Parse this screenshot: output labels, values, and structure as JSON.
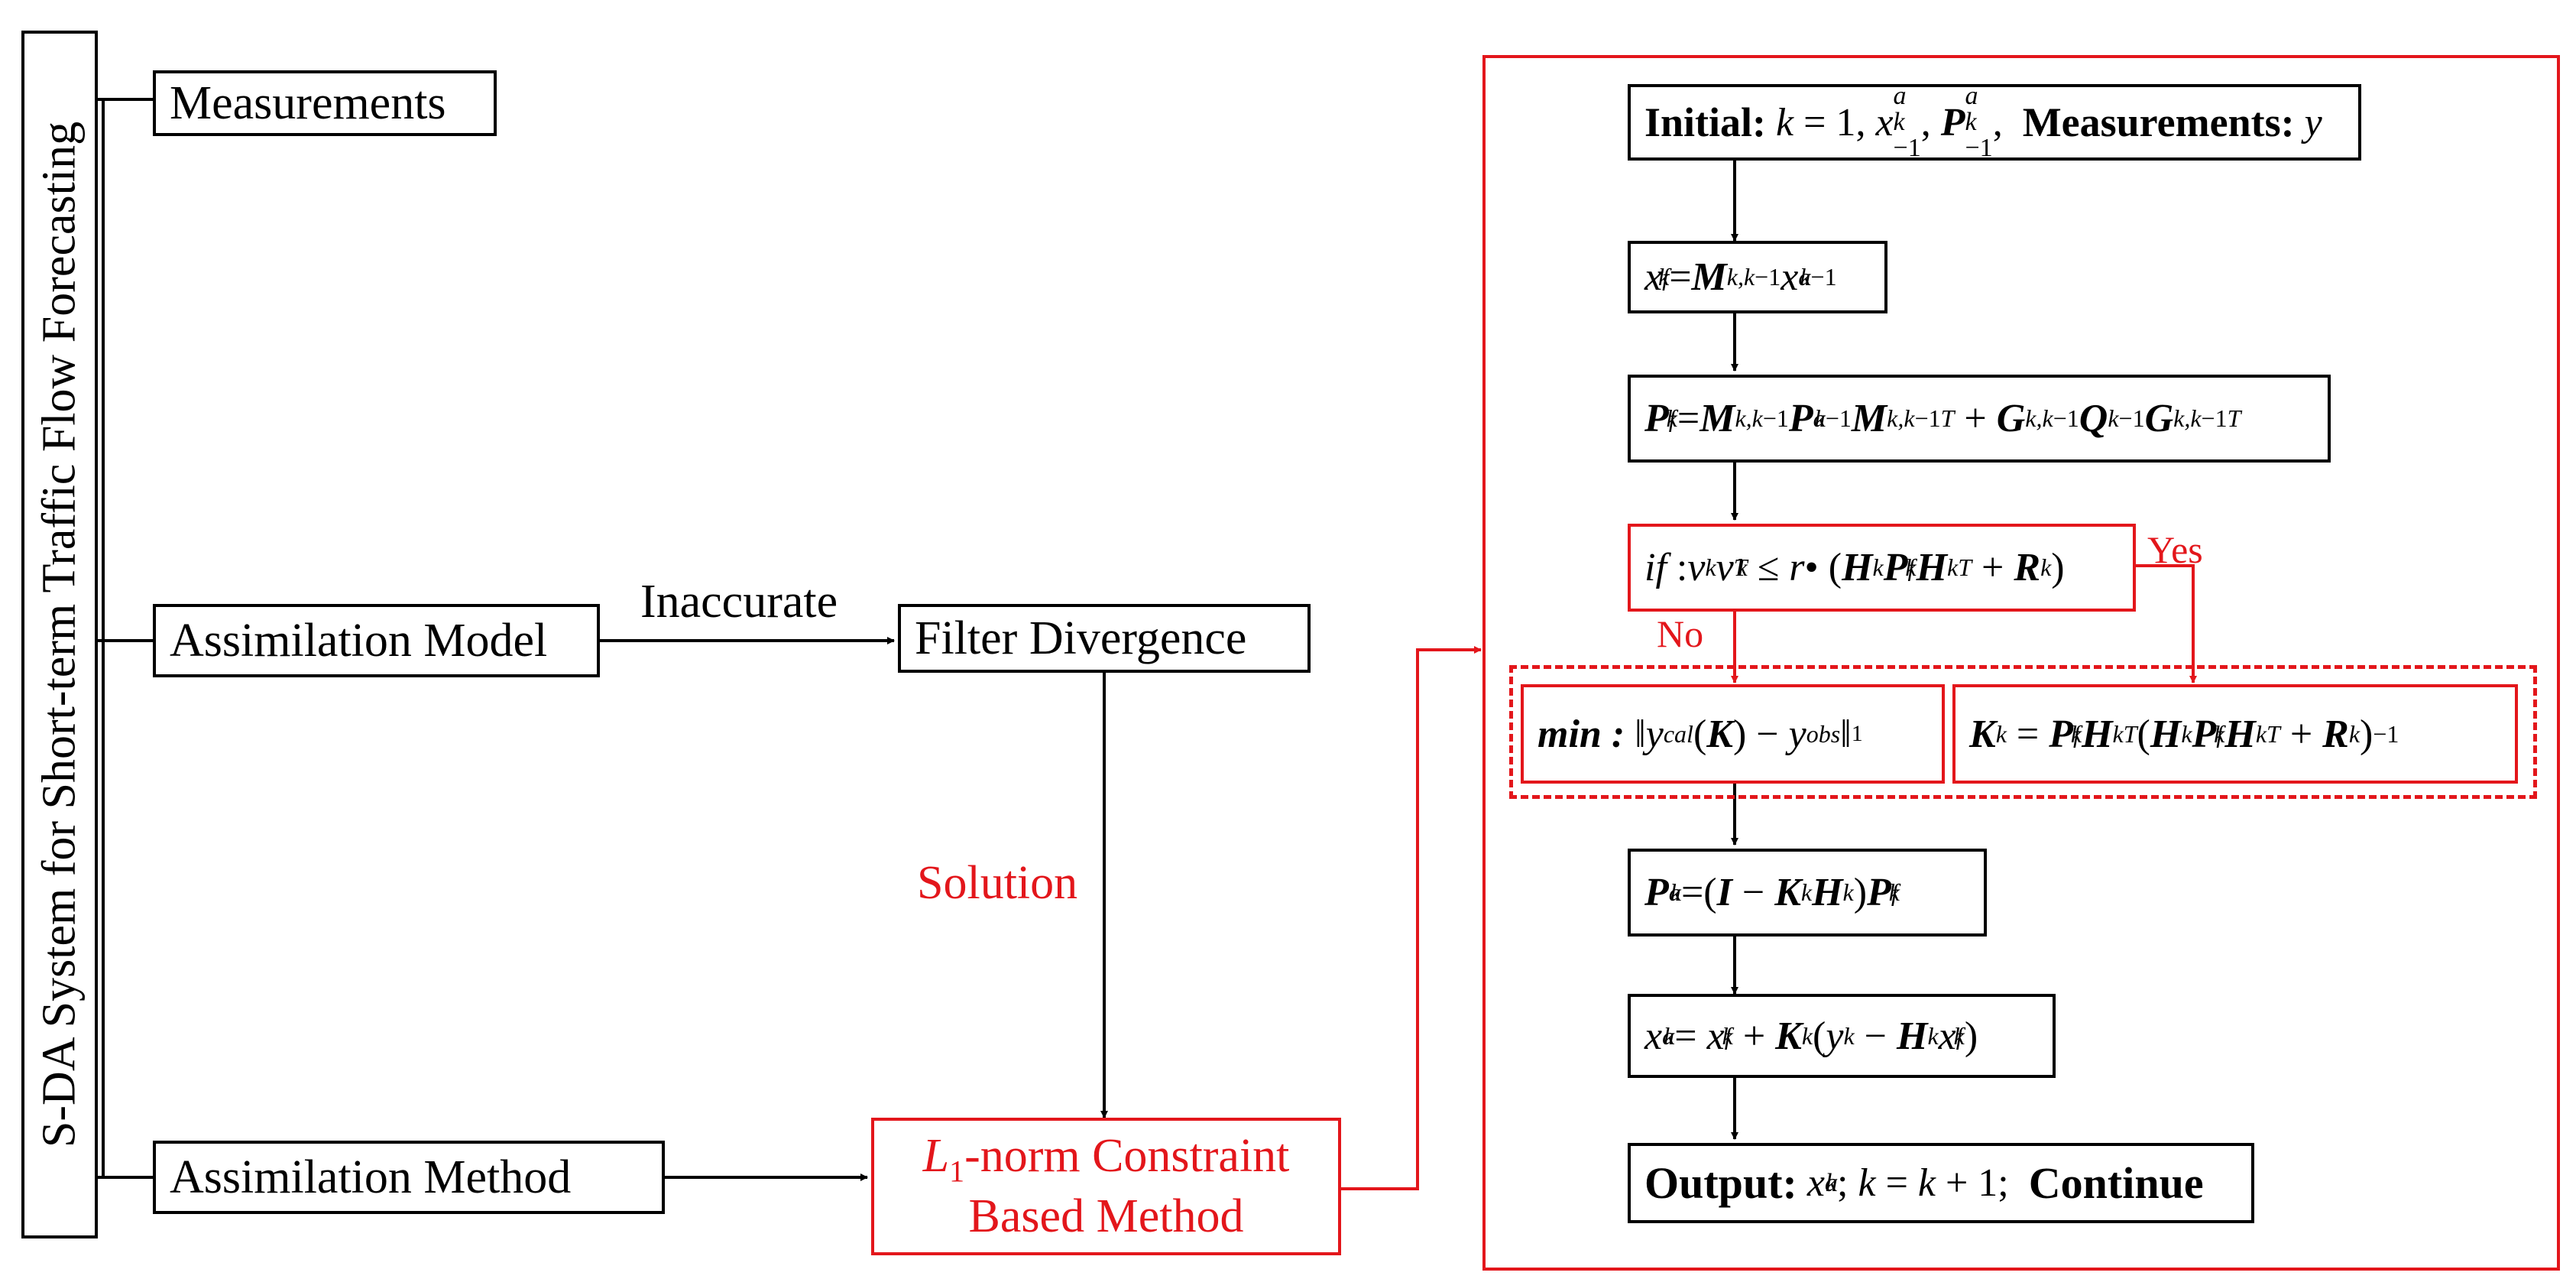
{
  "system": {
    "title": "S-DA System for Short-term Traffic Flow Forecasting"
  },
  "left": {
    "measurements": "Measurements",
    "assimilation_model": "Assimilation Model",
    "assimilation_method": "Assimilation Method",
    "filter_divergence": "Filter Divergence",
    "inaccurate": "Inaccurate",
    "solution": "Solution",
    "l1_sub": "1",
    "l1_line1_rest": "-norm Constraint",
    "l1_line2": "Based Method"
  },
  "flow": {
    "initial_label": "Initial:",
    "measurements_label": "Measurements:",
    "yes": "Yes",
    "no": "No",
    "output_label": "Output:",
    "continue_label": "Continue",
    "min_label": "min :"
  },
  "colors": {
    "accent": "#e3161b",
    "line": "#000000"
  }
}
